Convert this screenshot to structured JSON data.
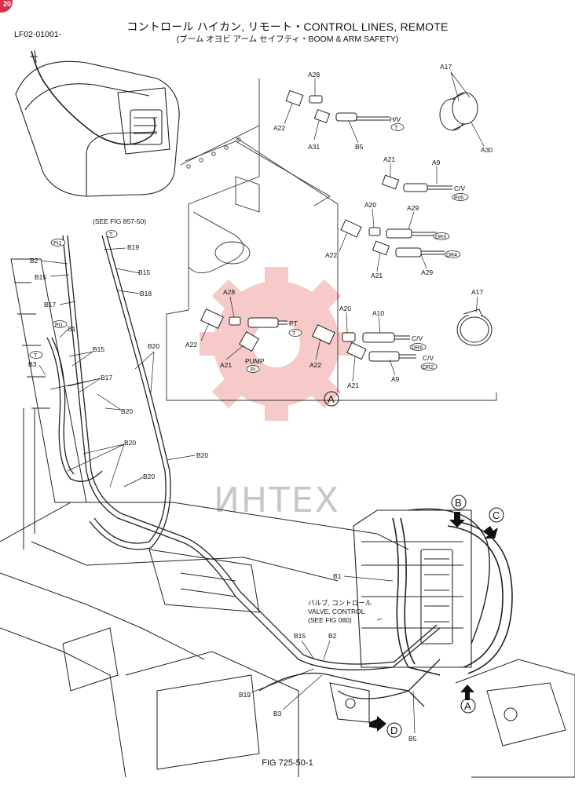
{
  "header": {
    "badge": "20",
    "title": "コントロール ハイカン, リモート・CONTROL LINES, REMOTE",
    "subtitle": "(ブーム オヨビ アーム セイフティ・BOOM & ARM SAFETY)",
    "doc_code": "LF02-01001-"
  },
  "footer": {
    "caption": "FIG 725-50-1"
  },
  "watermark": {
    "text": "ИНТЕХ",
    "color": "#e0463c"
  },
  "callouts": {
    "see_fig_857": "(SEE FIG 857-50)",
    "valve_jp": "バルブ, コントロール",
    "valve_en": "VALVE, CONTROL",
    "see_fig_080": "(SEE FIG 080)",
    "detail_a": "A",
    "arrow_b": "B",
    "arrow_c": "C",
    "arrow_d": "D",
    "arrow_a": "A"
  },
  "line_labels": {
    "hv": "H/V",
    "cv": "C/V",
    "pt": "PT",
    "pump": "PUMP",
    "cv2": "C/V",
    "cv3": "C/V"
  },
  "port_tags": {
    "t1": "T",
    "pc6": "Pc6",
    "dr3": "DR3",
    "dr4": "DR4",
    "t2": "T",
    "pi": "Pi",
    "dr6": "DR6",
    "dr2": "DR2",
    "pi1": "Pi1",
    "t3": "T",
    "pi1b": "Pi1",
    "t4": "T"
  },
  "parts": {
    "a28_top": "A28",
    "a22_top": "A22",
    "a31": "A31",
    "b5_top": "B5",
    "a17_top": "A17",
    "a30": "A30",
    "a21_1": "A21",
    "a9_1": "A9",
    "a20_1": "A20",
    "a29_1": "A29",
    "a22_2": "A22",
    "a21_2": "A21",
    "a29_2": "A29",
    "a17_2": "A17",
    "a28_2": "A28",
    "a22_3": "A22",
    "a21_3": "A21",
    "a20_2": "A20",
    "a10": "A10",
    "a22_4": "A22",
    "a21_4": "A21",
    "a9_2": "A9",
    "b2": "B2",
    "b19": "B19",
    "b15_l": "B15",
    "b15_r": "B15",
    "b18": "B18",
    "b17_1": "B17",
    "b1_l": "B1",
    "b15_m": "B15",
    "b3_l": "B3",
    "b17_2": "B17",
    "b20_1": "B20",
    "b20_2": "B20",
    "b20_3": "B20",
    "b20_4": "B20",
    "b20_5": "B20",
    "b1_r": "B1",
    "b15_b": "B15",
    "b2_b": "B2",
    "b19_b": "B19",
    "b3_b": "B3",
    "b5_b": "B5"
  }
}
